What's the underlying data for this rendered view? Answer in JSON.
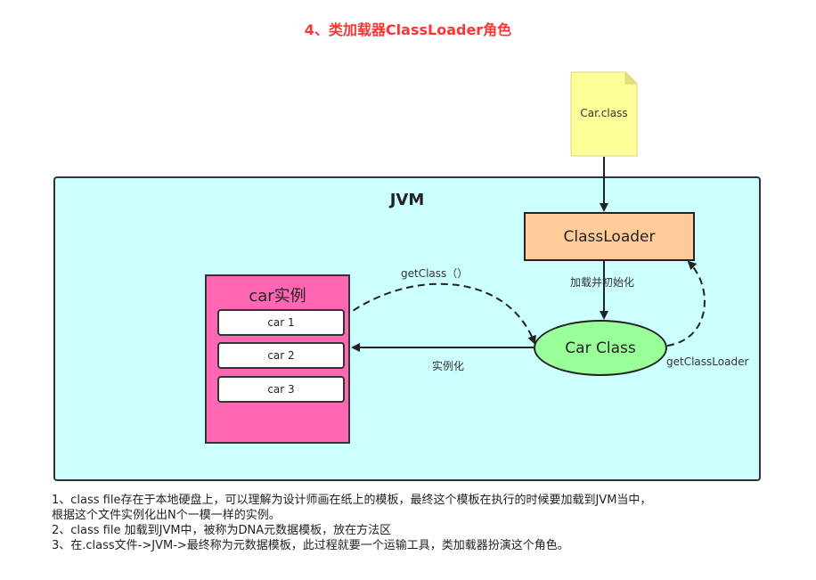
{
  "title": "4、类加载器ClassLoader角色",
  "file": {
    "label": "Car.class"
  },
  "jvm": {
    "label": "JVM"
  },
  "classloader": {
    "label": "ClassLoader"
  },
  "car_class": {
    "label": "Car Class"
  },
  "instances": {
    "title": "car实例",
    "items": [
      "car 1",
      "car 2",
      "car 3"
    ]
  },
  "edges": {
    "load_init": "加载并初始化",
    "get_class": "getClass（）",
    "instantiate": "实例化",
    "get_classloader": "getClassLoader"
  },
  "notes": [
    "1、class file存在于本地硬盘上，可以理解为设计师画在纸上的模板，最终这个模板在执行的时候要加载到JVM当中，",
    "根据这个文件实例化出N个一模一样的实例。",
    "2、class file 加载到JVM中，被称为DNA元数据模板，放在方法区",
    "3、在.class文件->JVM->最终称为元数据模板，此过程就要一个运输工具，类加载器扮演这个角色。"
  ],
  "colors": {
    "title": "#ff3333",
    "file": "#ffff99",
    "jvm": "#ccffff",
    "classloader": "#ffcc99",
    "car_class": "#99ff99",
    "instances": "#ff66b3"
  }
}
